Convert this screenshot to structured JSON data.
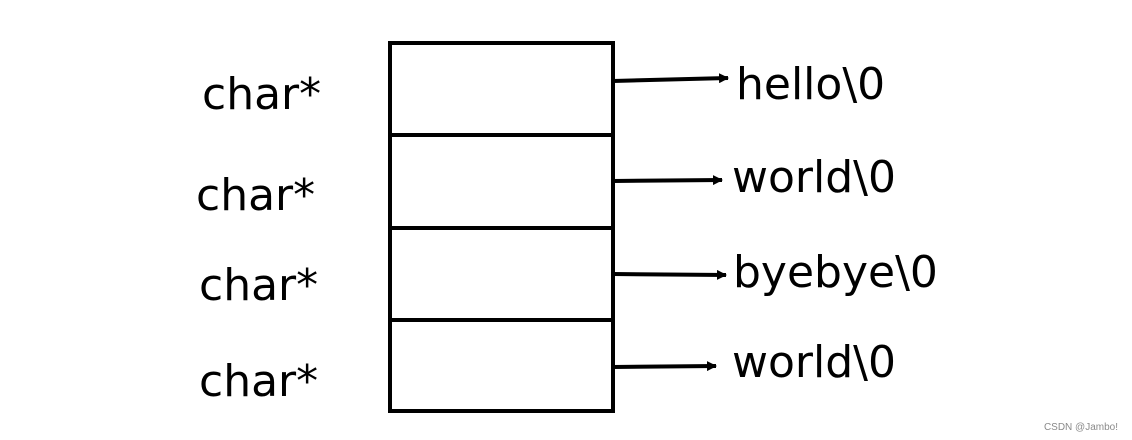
{
  "diagram": {
    "rows": [
      {
        "type_label": "char*",
        "string_value": "hello\\0"
      },
      {
        "type_label": "char*",
        "string_value": "world\\0"
      },
      {
        "type_label": "char*",
        "string_value": "byebye\\0"
      },
      {
        "type_label": "char*",
        "string_value": "world\\0"
      }
    ],
    "watermark": "CSDN @Jambo!"
  },
  "colors": {
    "stroke": "#000000",
    "background": "#ffffff",
    "watermark": "#8a8a8a"
  }
}
